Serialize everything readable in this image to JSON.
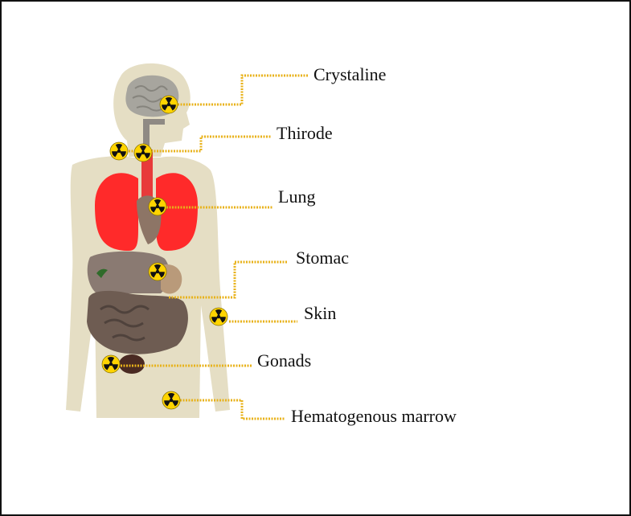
{
  "title": "",
  "labels": {
    "crystaline": "Crystaline",
    "thirode": "Thirode",
    "lung": "Lung",
    "stomac": "Stomac",
    "skin": "Skin",
    "gonads": "Gonads",
    "marrow": "Hematogenous marrow"
  },
  "colors": {
    "leader_line": "#e8b21a",
    "body": "#e5dec4",
    "lungs": "#ff2a2a",
    "brain": "#a7a59e",
    "organs": "#6e5c52",
    "radiation_bg": "#ffd400",
    "radiation_fg": "#111111"
  },
  "icons": {
    "radiation": "radiation-icon"
  }
}
